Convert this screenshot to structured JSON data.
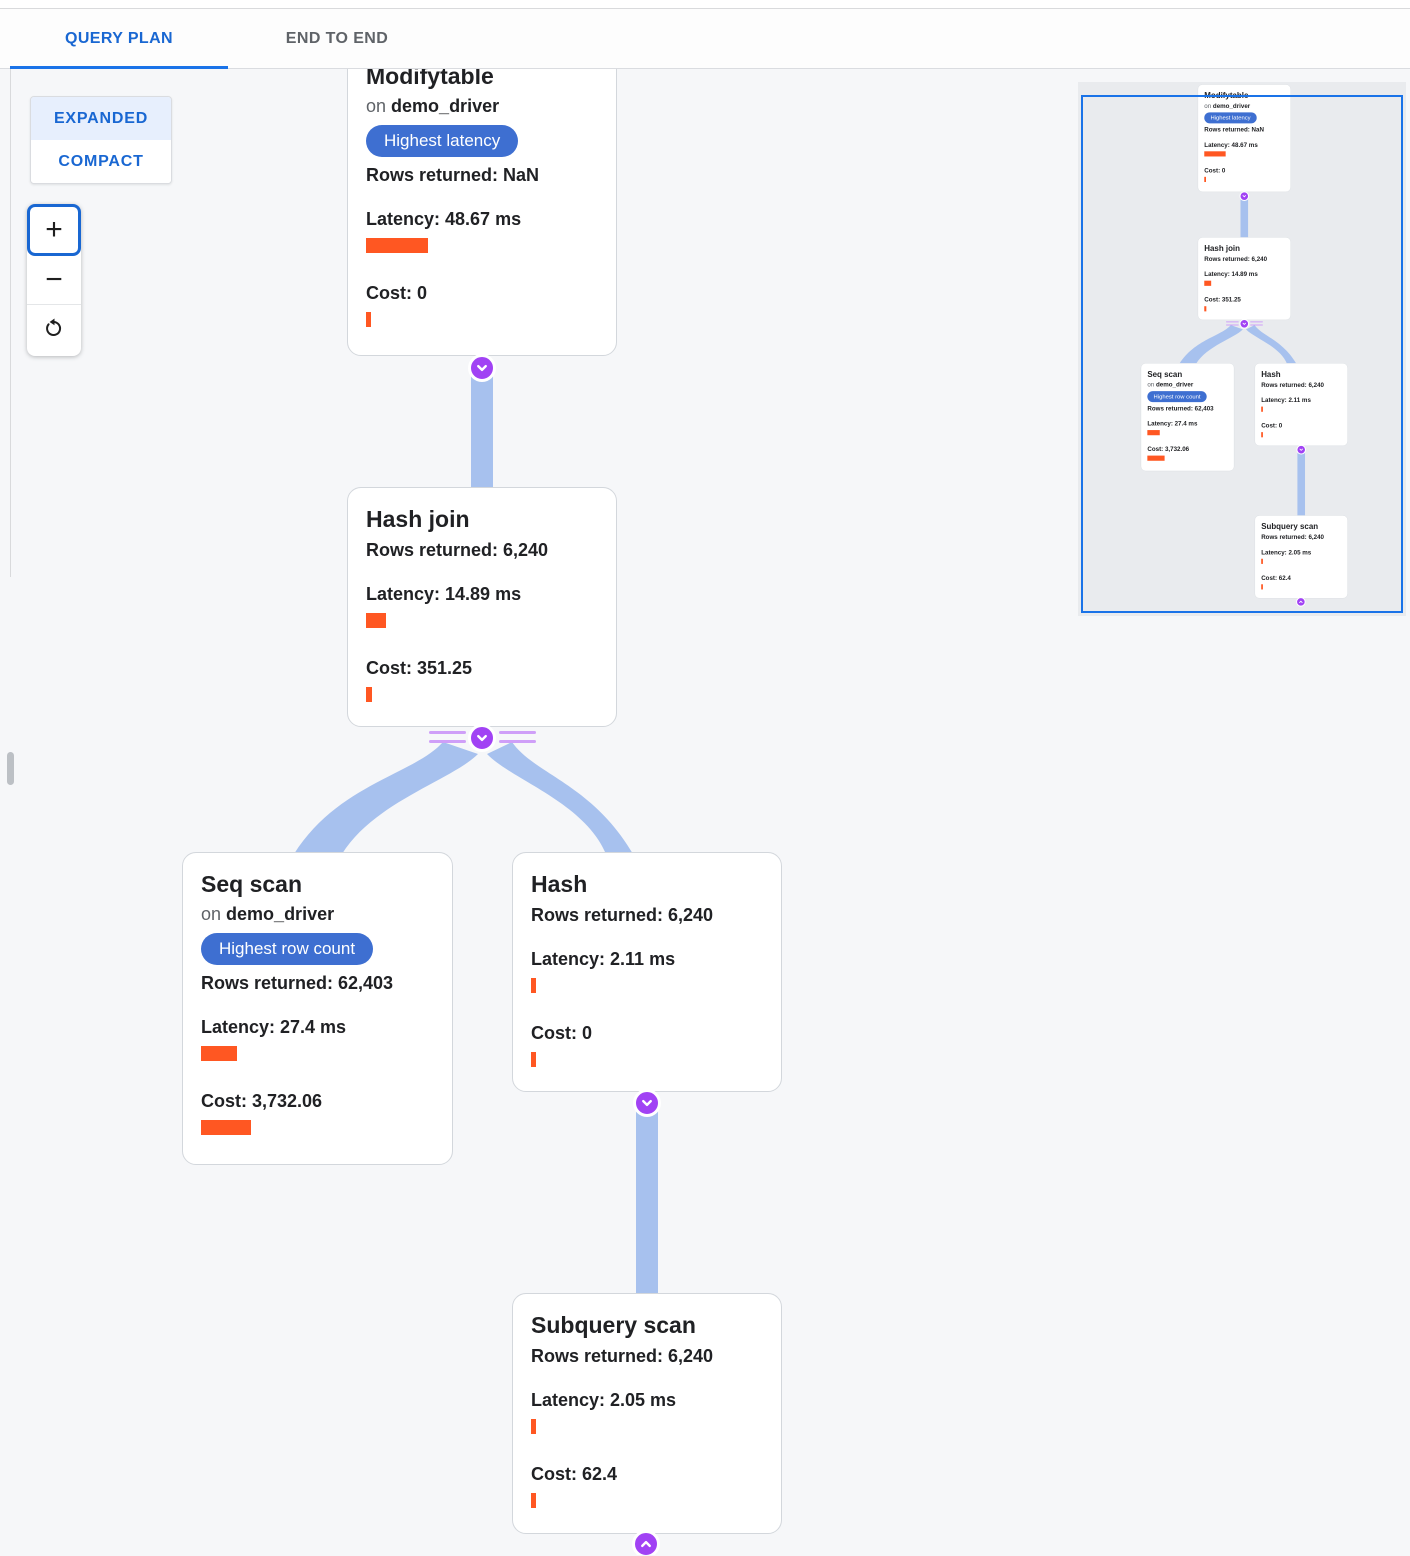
{
  "tabs": {
    "query_plan": "QUERY PLAN",
    "end_to_end": "END TO END"
  },
  "layout_toggle": {
    "expanded": "EXPANDED",
    "compact": "COMPACT",
    "selected": "EXPANDED"
  },
  "zoom_controls": {
    "zoom_in": "+",
    "zoom_out": "−",
    "reset_icon": "rotate-ccw-icon"
  },
  "nodes": [
    {
      "title": "Modifytable",
      "on_prefix": "on",
      "table": "demo_driver",
      "badge": "Highest latency",
      "rows": "Rows returned: NaN",
      "latency": "Latency: 48.67 ms",
      "cost": "Cost: 0",
      "connector": "chevron-down"
    },
    {
      "title": "Hash join",
      "rows": "Rows returned: 6,240",
      "latency": "Latency: 14.89 ms",
      "cost": "Cost: 351.25",
      "connector": "chevron-down"
    },
    {
      "title": "Seq scan",
      "on_prefix": "on",
      "table": "demo_driver",
      "badge": "Highest row count",
      "rows": "Rows returned: 62,403",
      "latency": "Latency: 27.4 ms",
      "cost": "Cost: 3,732.06"
    },
    {
      "title": "Hash",
      "rows": "Rows returned: 6,240",
      "latency": "Latency: 2.11 ms",
      "cost": "Cost: 0",
      "connector": "chevron-down"
    },
    {
      "title": "Subquery scan",
      "rows": "Rows returned: 6,240",
      "latency": "Latency: 2.05 ms",
      "cost": "Cost: 62.4",
      "connector": "chevron-up"
    }
  ],
  "colors": {
    "accent_blue": "#1967d2",
    "badge_blue": "#3e6fd1",
    "bar_orange": "#ff5722",
    "edge_blue": "#a7c1ee",
    "connector_purple": "#a142f4",
    "minimap_viewport_blue": "#1a73e8"
  }
}
